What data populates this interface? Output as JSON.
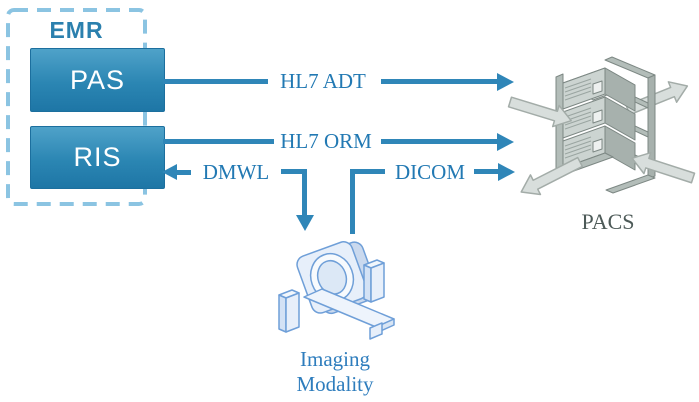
{
  "nodes": {
    "emr": {
      "label": "EMR"
    },
    "pas": {
      "label": "PAS"
    },
    "ris": {
      "label": "RIS"
    },
    "pacs": {
      "label": "PACS"
    },
    "imaging_modality": {
      "line1": "Imaging",
      "line2": "Modality"
    }
  },
  "connections": {
    "hl7_adt": {
      "label": "HL7 ADT",
      "from": "PAS",
      "to": "PACS"
    },
    "hl7_orm": {
      "label": "HL7 ORM",
      "from": "RIS",
      "to": "PACS"
    },
    "dmwl": {
      "label": "DMWL",
      "from": "Imaging Modality",
      "to": "RIS"
    },
    "dicom": {
      "label": "DICOM",
      "from": "Imaging Modality",
      "to": "PACS"
    }
  },
  "colors": {
    "connector_blue": "#2f86b8",
    "label_blue": "#2279b3",
    "node_gradient_top": "#4fa2c9",
    "node_gradient_bottom": "#1e76a6",
    "emr_dash_blue": "#8bc4e2",
    "emr_text_blue": "#2b80ae",
    "pacs_label_gray": "#4d5a58",
    "modality_label_blue": "#2e7dbd",
    "server_gray": "#ccd4d1",
    "scanner_blue_fill": "#e7effa",
    "scanner_blue_stroke": "#6f9fd8"
  }
}
